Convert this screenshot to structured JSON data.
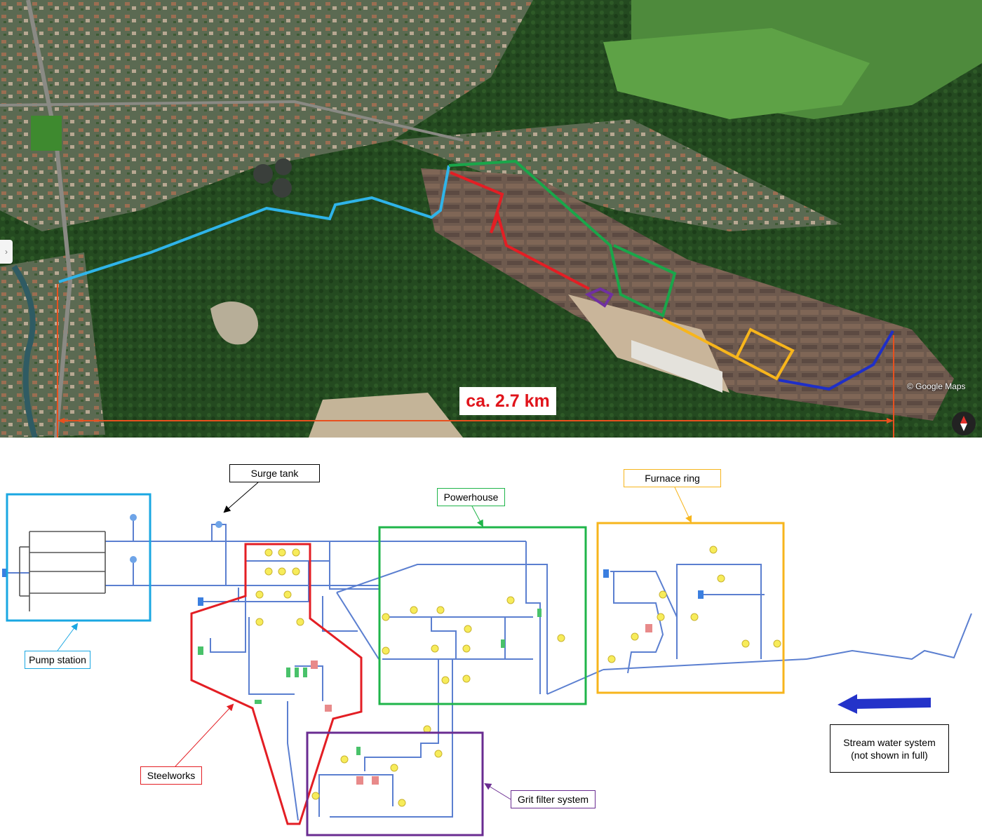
{
  "map": {
    "distance_label": "ca. 2.7 km",
    "attribution": "© Google Maps",
    "compass_icon": "compass-icon",
    "route_colors": {
      "pump_station": "#2fb4e9",
      "steelworks": "#e31e24",
      "powerhouse": "#1aa64a",
      "grit_filter": "#7030a0",
      "furnace_ring": "#f7b51c",
      "stream": "#1f2fc7"
    },
    "scale_color": "#e8501e"
  },
  "schematic": {
    "labels": {
      "surge_tank": "Surge tank",
      "pump_station": "Pump station",
      "powerhouse": "Powerhouse",
      "furnace_ring": "Furnace ring",
      "steelworks": "Steelworks",
      "grit_filter": "Grit filter system",
      "stream_water": "Stream water system\n(not shown in full)"
    },
    "colors": {
      "pump_station": "#1aa7e2",
      "steelworks": "#e31e24",
      "powerhouse": "#1fb54a",
      "furnace_ring": "#f7b51c",
      "grit_filter": "#6a2c91",
      "pipe": "#5b7fd0",
      "stream_arrow": "#2433c9"
    }
  }
}
